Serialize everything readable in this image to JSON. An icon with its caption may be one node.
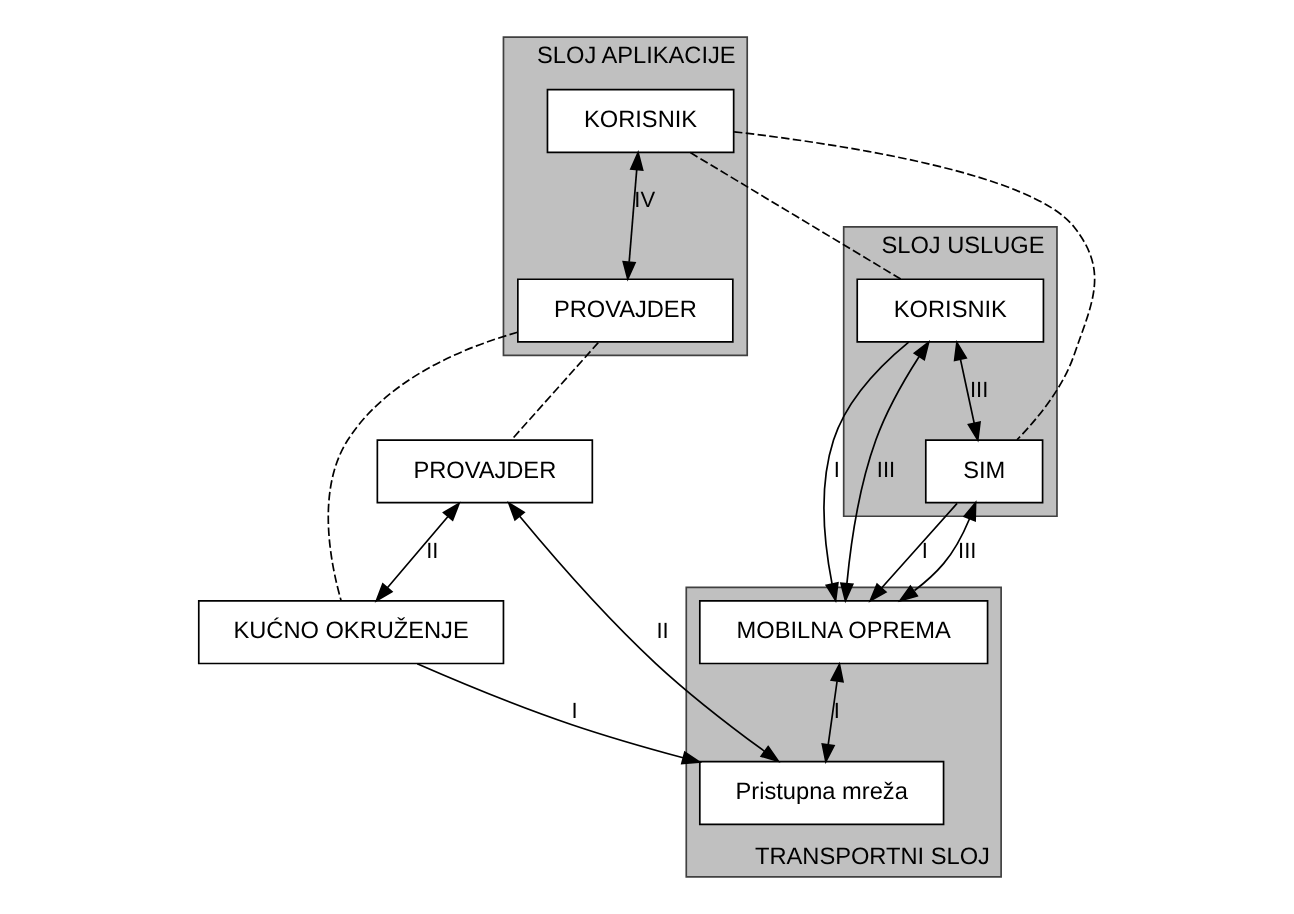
{
  "diagram": {
    "nodes": [
      {
        "text": [
          "SLOJ APLIKACIJE"
        ]
      },
      {
        "text": [
          "KORISNIK"
        ],
        "in": 0
      },
      {
        "text": [
          "PROVAJDER"
        ],
        "in": 0
      },
      {
        "text": [
          "SLOJ USLUGE"
        ]
      },
      {
        "text": [
          "KORISNIK"
        ],
        "in": 3
      },
      {
        "text": [
          "SIM"
        ],
        "in": 3
      },
      {
        "text": [
          "PROVAJDER"
        ]
      },
      {
        "text": [
          "KUĆNO OKRUŽENJE"
        ]
      },
      {
        "text": [
          "TRANSPORTNI SLOJ"
        ]
      },
      {
        "text": [
          "MOBILNA OPREMA"
        ],
        "in": 8
      },
      {
        "text": [
          "Pristupna mreža"
        ],
        "in": 8
      }
    ],
    "edges": [
      {
        "from": 1,
        "to": 2,
        "arrow": "both",
        "label": "IV"
      },
      {
        "from": 1,
        "to": 4,
        "arrow": "none",
        "style": "dashed"
      },
      {
        "from": 1,
        "to": 5,
        "arrow": "none",
        "style": "dashed"
      },
      {
        "from": 2,
        "to": 6,
        "arrow": "none",
        "style": "dashed"
      },
      {
        "from": 2,
        "to": 7,
        "arrow": "none",
        "style": "dashed"
      },
      {
        "from": 4,
        "to": 5,
        "arrow": "both",
        "label": "III"
      },
      {
        "from": 4,
        "to": 9,
        "arrow": "both",
        "label": "III"
      },
      {
        "from": 4,
        "to": 9,
        "arrow": "to",
        "label": "I"
      },
      {
        "from": 5,
        "to": 9,
        "arrow": "to",
        "label": "I"
      },
      {
        "from": 5,
        "to": 9,
        "arrow": "both",
        "label": "III"
      },
      {
        "from": 9,
        "to": 10,
        "arrow": "both",
        "label": "I"
      },
      {
        "from": 6,
        "to": 10,
        "arrow": "both",
        "label": "II"
      },
      {
        "from": 6,
        "to": 7,
        "arrow": "both",
        "label": "II"
      },
      {
        "from": 7,
        "to": 10,
        "arrow": "to",
        "label": "I"
      }
    ]
  }
}
